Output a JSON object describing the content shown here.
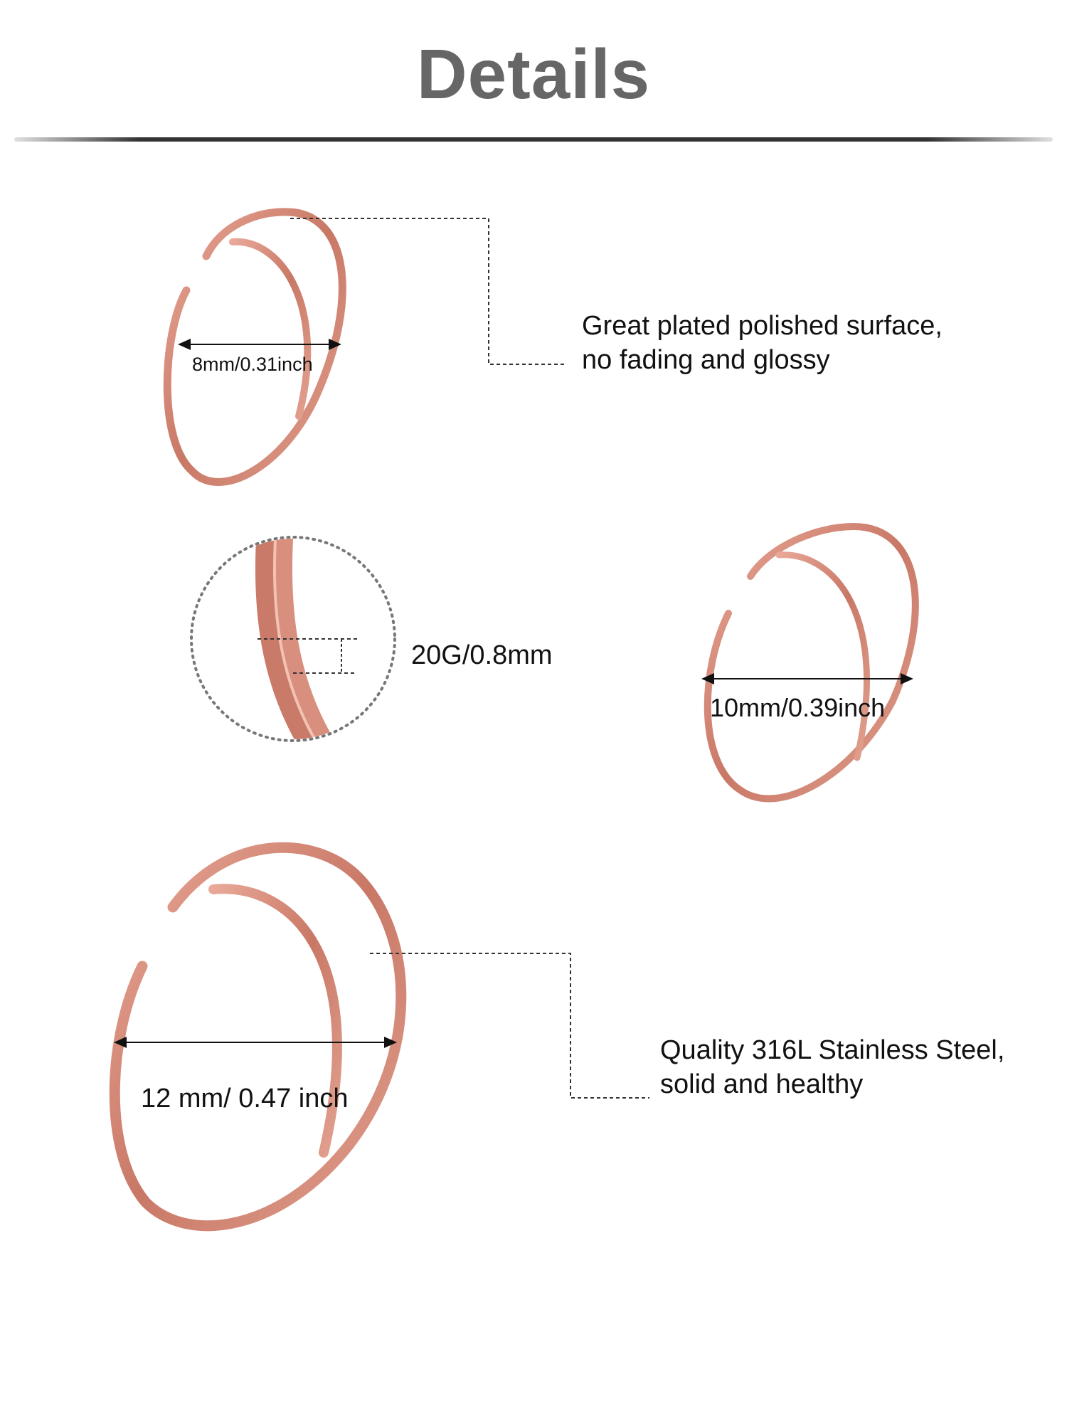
{
  "header": {
    "title": "Details"
  },
  "features": {
    "surface": {
      "line1": "Great plated polished surface,",
      "line2": "no fading and glossy"
    },
    "material": {
      "line1": "Quality 316L Stainless Steel,",
      "line2": "solid and healthy"
    }
  },
  "sizes": {
    "small": "8mm/0.31inch",
    "medium": "10mm/0.39inch",
    "large": "12 mm/ 0.47 inch",
    "gauge": "20G/0.8mm"
  },
  "colors": {
    "title": "#666666",
    "ring": "#d9907f",
    "ring_dark": "#b86a5a",
    "text": "#111111"
  }
}
